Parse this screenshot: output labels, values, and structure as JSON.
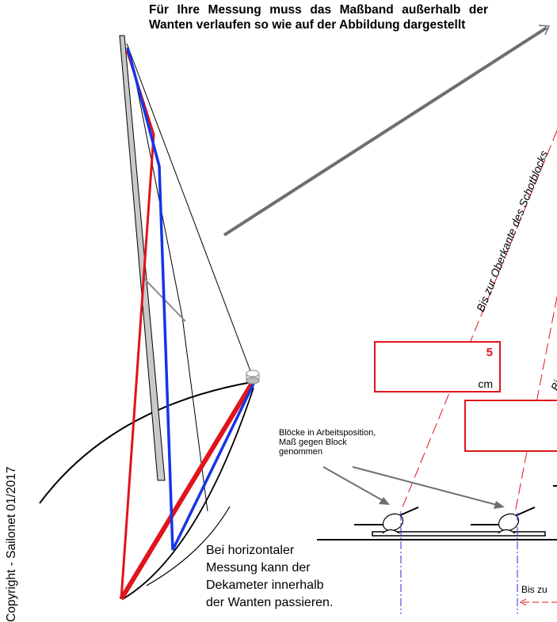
{
  "annotations": {
    "top_note": "Für Ihre Messung muss das Maßband außerhalb der Wanten verlaufen so wie auf der Abbildung dargestellt",
    "bottom_note": "Bei horizontaler\nMessung kann der\nDekameter innerhalb\nder Wanten passieren.",
    "blocks_note": "Blöcke in Arbeitsposition,\nMaß gegen Block\ngenommen",
    "copyright": "Copyright - Sailonet 01/2017",
    "dashed_label_1": "Bis zur Oberkante des Schotblocks",
    "dashed_label_2": "Bis zur Ob",
    "bottom_dimension_label": "Bis zu"
  },
  "measurement_box": {
    "value": "5",
    "unit": "cm"
  },
  "colors": {
    "red": "#e0141b",
    "blue": "#1535e8",
    "arrow_gray": "#6e6e6e",
    "mast_fill": "#c9c9c9",
    "dash_dot_blue": "#2a2ad6"
  }
}
